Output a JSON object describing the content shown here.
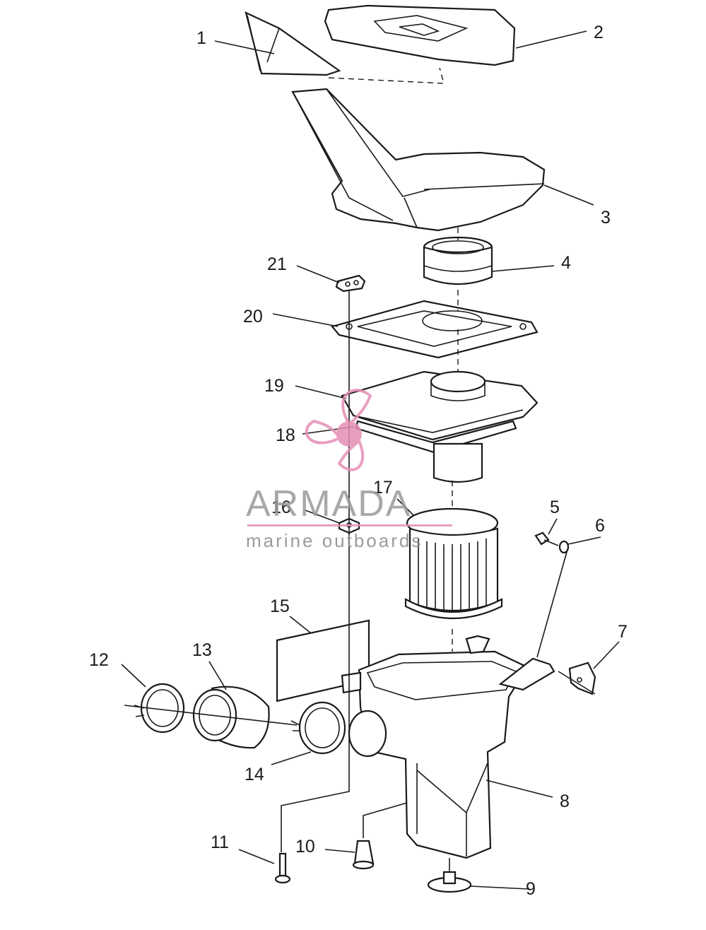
{
  "diagram": {
    "callouts": [
      "1",
      "2",
      "3",
      "4",
      "5",
      "6",
      "7",
      "8",
      "9",
      "10",
      "11",
      "12",
      "13",
      "14",
      "15",
      "16",
      "17",
      "18",
      "19",
      "20",
      "21"
    ]
  },
  "watermark": {
    "brand": "ARMADA",
    "tagline": "marine outboards",
    "accent_color": "#e48fb5",
    "text_color": "#9a9a9a"
  }
}
